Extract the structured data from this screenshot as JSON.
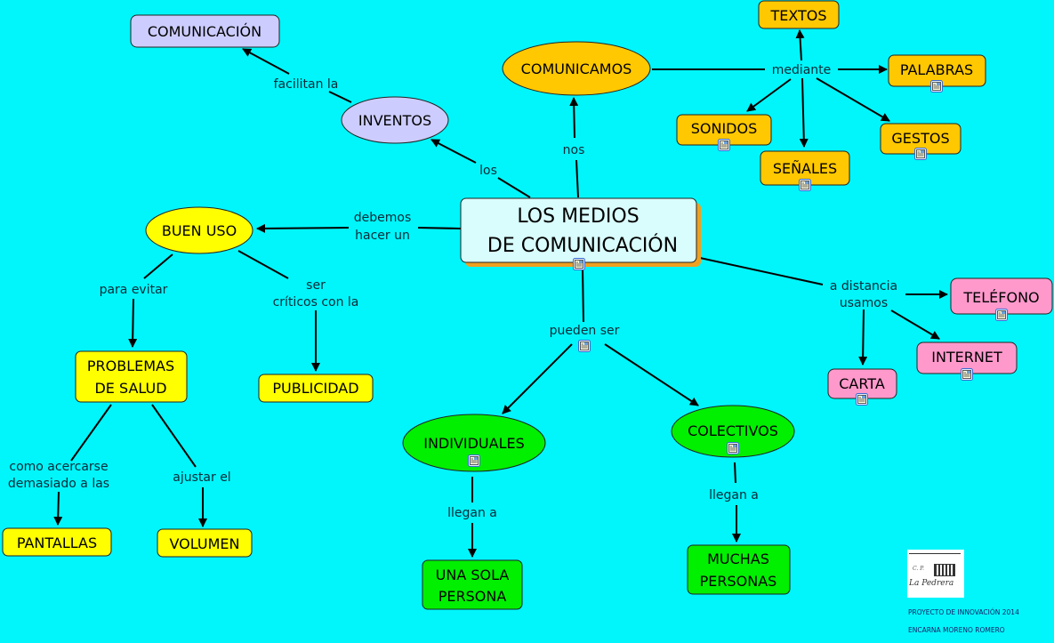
{
  "background_color": "#00f6fa",
  "colors": {
    "center": "#d9fcfc",
    "purple": "#ccccff",
    "orange": "#ffc800",
    "yellow": "#ffff00",
    "green": "#00f000",
    "pink": "#ff99cc",
    "line": "#000000"
  },
  "center": {
    "line1": "LOS MEDIOS",
    "line2": "DE COMUNICACIÓN",
    "has_resource_icon": true
  },
  "concepts": {
    "comunicacion": "COMUNICACIÓN",
    "inventos": "INVENTOS",
    "comunicamos": "COMUNICAMOS",
    "textos": "TEXTOS",
    "palabras": "PALABRAS",
    "sonidos": "SONIDOS",
    "senales": "SEÑALES",
    "gestos": "GESTOS",
    "buen_uso": "BUEN USO",
    "problemas_1": "PROBLEMAS",
    "problemas_2": "DE SALUD",
    "publicidad": "PUBLICIDAD",
    "pantallas": "PANTALLAS",
    "volumen": "VOLUMEN",
    "individuales": "INDIVIDUALES",
    "colectivos": "COLECTIVOS",
    "una_sola_1": "UNA SOLA",
    "una_sola_2": "PERSONA",
    "muchas_1": "MUCHAS",
    "muchas_2": "PERSONAS",
    "telefono": "TELÉFONO",
    "internet": "INTERNET",
    "carta": "CARTA"
  },
  "links": {
    "facilitan": "facilitan la",
    "los": "los",
    "nos": "nos",
    "mediante": "mediante",
    "debemos_1": "debemos",
    "debemos_2": "hacer un",
    "para_evitar": "para evitar",
    "ser_1": "ser",
    "ser_2": "críticos con la",
    "como_1": "como acercarse",
    "como_2": "demasiado a las",
    "ajustar": "ajustar el",
    "pueden_ser": "pueden ser",
    "llegan_a_1": "llegan a",
    "llegan_a_2": "llegan a",
    "distancia_1": "a distancia",
    "distancia_2": "usamos"
  },
  "credits": {
    "logo_school": "La Pedrera",
    "logo_cp": "C. P.",
    "project": "PROYECTO DE INNOVACIÓN 2014",
    "author": "ENCARNA MORENO ROMERO"
  }
}
